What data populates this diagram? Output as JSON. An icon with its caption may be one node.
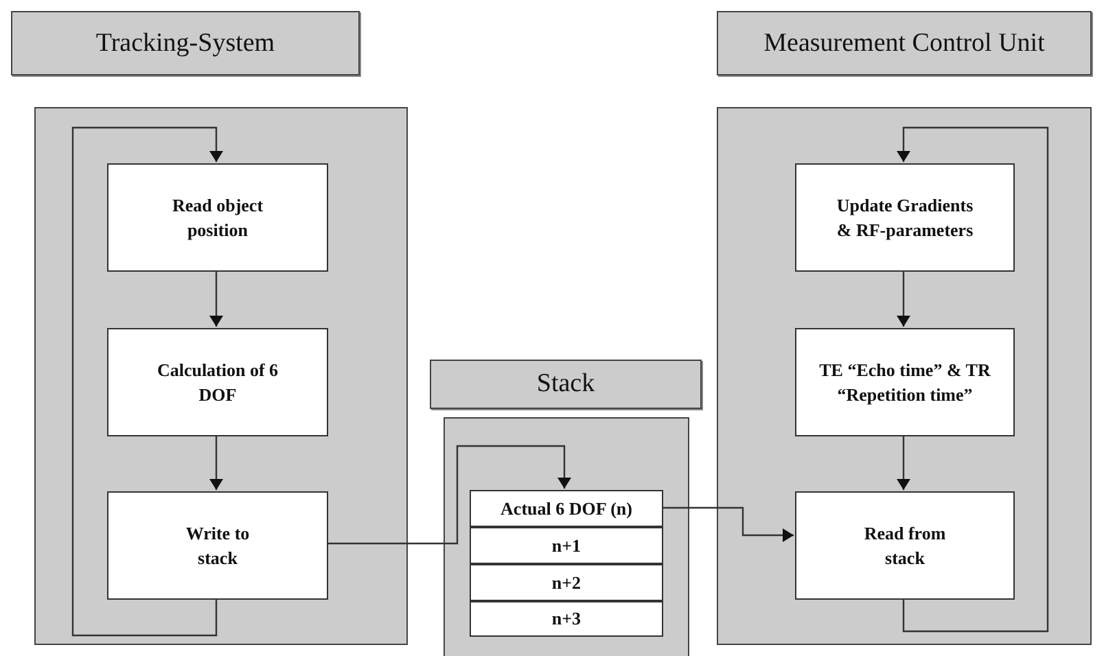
{
  "diagram": {
    "nodes": [
      {
        "text": [
          "Tracking-System"
        ]
      },
      {
        "text": [],
        "shape": "box"
      },
      {
        "text": [
          "Read object position"
        ],
        "in": 1
      },
      {
        "text": [
          "Calculation of 6 DOF"
        ],
        "in": 1
      },
      {
        "text": [
          "Write to stack"
        ],
        "in": 1
      },
      {
        "text": [
          "Stack"
        ]
      },
      {
        "text": [],
        "shape": "box"
      },
      {
        "text": [
          "Actual 6 DOF (n)"
        ],
        "in": 6
      },
      {
        "text": [
          "n+1"
        ],
        "in": 6
      },
      {
        "text": [
          "n+2"
        ],
        "in": 6
      },
      {
        "text": [
          "n+3"
        ],
        "in": 6
      },
      {
        "text": [
          "Measurement Control Unit"
        ]
      },
      {
        "text": [],
        "shape": "box"
      },
      {
        "text": [
          "Update Gradients & RF-parameters"
        ],
        "in": 12
      },
      {
        "text": [
          "TE “Echo time” & TR “Repetition time”"
        ],
        "in": 12
      },
      {
        "text": [
          "Read from stack"
        ],
        "in": 12
      }
    ],
    "edges": [
      {
        "from": 2,
        "to": 3,
        "arrow": "to"
      },
      {
        "from": 3,
        "to": 4,
        "arrow": "to"
      },
      {
        "from": 4,
        "to": 2,
        "arrow": "to"
      },
      {
        "from": 4,
        "to": 7,
        "arrow": "to"
      },
      {
        "from": 7,
        "to": 15,
        "arrow": "to"
      },
      {
        "from": 13,
        "to": 14,
        "arrow": "to"
      },
      {
        "from": 14,
        "to": 15,
        "arrow": "to"
      },
      {
        "from": 15,
        "to": 13,
        "arrow": "to"
      }
    ]
  }
}
